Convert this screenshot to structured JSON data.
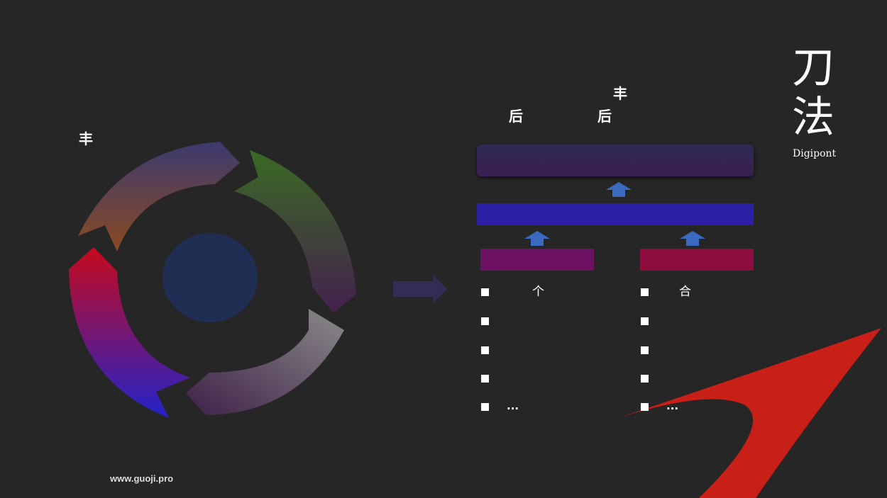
{
  "cycle": {
    "label": "丰",
    "colors": {
      "segment_top": [
        "#3b3a6e",
        "#8a4a22"
      ],
      "segment_right": [
        "#3a6a24",
        "#44214e"
      ],
      "segment_bottom": [
        "#8a8a8a",
        "#3f2148"
      ],
      "segment_left": [
        "#c60a1c",
        "#2323c8"
      ],
      "center": "#1f2d52"
    }
  },
  "flow_arrow_color": "#342c54",
  "hierarchy": {
    "top_label": "丰",
    "left_label": "后",
    "right_label": "后",
    "colors": {
      "top_bar": "#2e2a55",
      "middle_bar": "#2b1fa6",
      "left_bar": "#6d1163",
      "right_bar": "#8e0d3f",
      "up_arrow": "#3a6ac0"
    }
  },
  "left_list": [
    "个",
    "",
    "",
    "",
    "..."
  ],
  "right_list": [
    "合",
    "",
    "",
    "",
    "..."
  ],
  "logo": {
    "line1": "刀",
    "line2": "法",
    "sub": "Digipont"
  },
  "footer": {
    "url": "www.guoji.pro"
  },
  "decor": {
    "swoosh_color": "#c81f17"
  }
}
